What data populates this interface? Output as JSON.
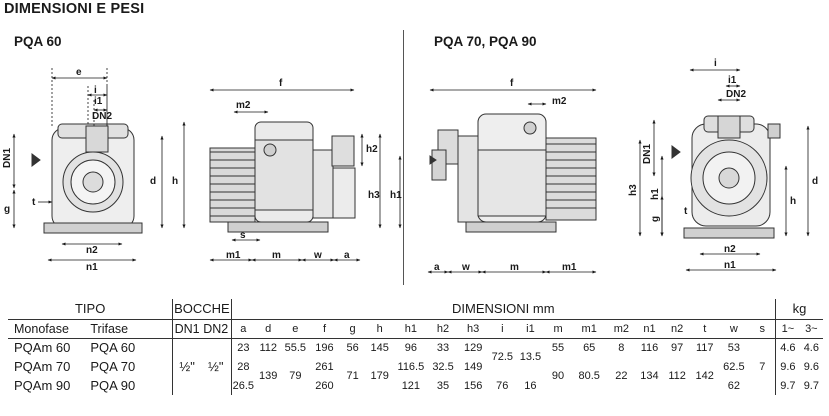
{
  "heading": "DIMENSIONI E PESI",
  "drawings": {
    "left_title": "PQA 60",
    "right_title": "PQA 70, PQA 90",
    "labels": {
      "e": "e",
      "i": "i",
      "i1": "i1",
      "DN2": "DN2",
      "DN1": "DN1",
      "g": "g",
      "t": "t",
      "n2": "n2",
      "n1": "n1",
      "f": "f",
      "m2": "m2",
      "h2": "h2",
      "h": "h",
      "d": "d",
      "h1": "h1",
      "h3": "h3",
      "s": "s",
      "m1": "m1",
      "m": "m",
      "w": "w",
      "a": "a"
    }
  },
  "table": {
    "group_headers": {
      "tipo": "TIPO",
      "bocche": "BOCCHE",
      "dimensioni": "DIMENSIONI mm",
      "kg": "kg"
    },
    "column_headers": {
      "monofase": "Monofase",
      "trifase": "Trifase",
      "dn1": "DN1",
      "dn2": "DN2",
      "dims": [
        "a",
        "d",
        "e",
        "f",
        "g",
        "h",
        "h1",
        "h2",
        "h3",
        "i",
        "i1",
        "m",
        "m1",
        "m2",
        "n1",
        "n2",
        "t",
        "w",
        "s"
      ],
      "kg1": "1~",
      "kg3": "3~"
    },
    "rows": [
      {
        "mono": "PQAm 60",
        "tri": "PQA 60"
      },
      {
        "mono": "PQAm 70",
        "tri": "PQA 70"
      },
      {
        "mono": "PQAm 90",
        "tri": "PQA 90"
      }
    ],
    "dn1_value": "½\"",
    "dn2_value": "½\"",
    "values": {
      "a": [
        "23",
        "28",
        "26.5"
      ],
      "d_60": "112",
      "d_7090": "139",
      "e_60": "55.5",
      "e_7090": "79",
      "f": [
        "196",
        "261",
        "260"
      ],
      "g_60": "56",
      "g_7090": "71",
      "h_60": "145",
      "h_7090": "179",
      "h1": [
        "96",
        "116.5",
        "121"
      ],
      "h2": [
        "33",
        "32.5",
        "35"
      ],
      "h3": [
        "129",
        "149",
        "156"
      ],
      "i_6070": "72.5",
      "i_90": "76",
      "i1_6070": "13.5",
      "i1_90": "16",
      "m_60": "55",
      "m_7090": "90",
      "m1_60": "65",
      "m1_7090": "80.5",
      "m2_60": "8",
      "m2_7090": "22",
      "n1_60": "116",
      "n1_7090": "134",
      "n2_60": "97",
      "n2_7090": "112",
      "t_60": "117",
      "t_7090": "142",
      "w": [
        "53",
        "62.5",
        "62"
      ],
      "s": "7",
      "kg1": [
        "4.6",
        "9.6",
        "9.7"
      ],
      "kg3": [
        "4.6",
        "9.6",
        "9.7"
      ]
    }
  }
}
